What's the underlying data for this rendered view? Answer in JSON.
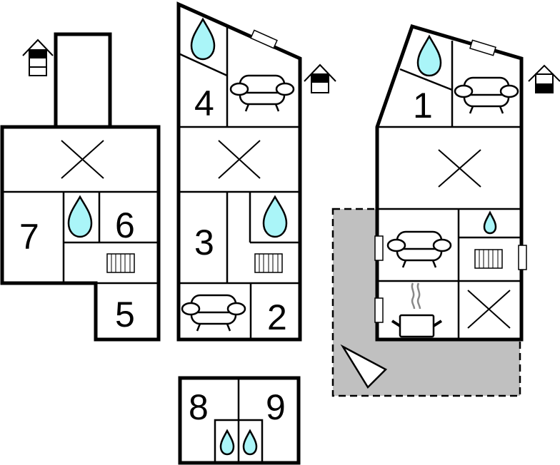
{
  "title": "Holiday house floor plan",
  "buildings": [
    {
      "id": "left-building",
      "rooms": [
        {
          "label": "7",
          "type": "bedroom"
        },
        {
          "label": "6",
          "type": "bedroom"
        },
        {
          "label": "5",
          "type": "bedroom"
        },
        {
          "label": "",
          "type": "bathroom"
        },
        {
          "label": "",
          "type": "hallway-with-radiator"
        },
        {
          "label": "",
          "type": "open-space"
        },
        {
          "label": "",
          "type": "tower-room"
        }
      ],
      "level_icon": "house-level-icon-top-floor"
    },
    {
      "id": "middle-building",
      "rooms": [
        {
          "label": "4",
          "type": "bedroom"
        },
        {
          "label": "3",
          "type": "bedroom"
        },
        {
          "label": "2",
          "type": "bedroom"
        },
        {
          "label": "",
          "type": "bathroom"
        },
        {
          "label": "",
          "type": "living-room"
        },
        {
          "label": "",
          "type": "open-space"
        }
      ],
      "level_icon": "house-level-icon-upper-floor"
    },
    {
      "id": "right-building",
      "rooms": [
        {
          "label": "1",
          "type": "bedroom"
        },
        {
          "label": "",
          "type": "bathroom"
        },
        {
          "label": "",
          "type": "living-room"
        },
        {
          "label": "",
          "type": "kitchen"
        },
        {
          "label": "",
          "type": "open-space"
        }
      ],
      "level_icon": "house-level-icon-ground-floor"
    },
    {
      "id": "annex-building",
      "rooms": [
        {
          "label": "8",
          "type": "bedroom"
        },
        {
          "label": "9",
          "type": "bedroom"
        },
        {
          "label": "",
          "type": "bathroom"
        }
      ]
    }
  ],
  "labels": {
    "room1": "1",
    "room2": "2",
    "room3": "3",
    "room4": "4",
    "room5": "5",
    "room6": "6",
    "room7": "7",
    "room8": "8",
    "room9": "9"
  },
  "terrace": {
    "type": "terrace",
    "color": "#c0c0c0"
  },
  "colors": {
    "water": "#aaf5f8",
    "wall": "#000000",
    "terrace": "#c0c0c0",
    "steam": "#888888"
  }
}
